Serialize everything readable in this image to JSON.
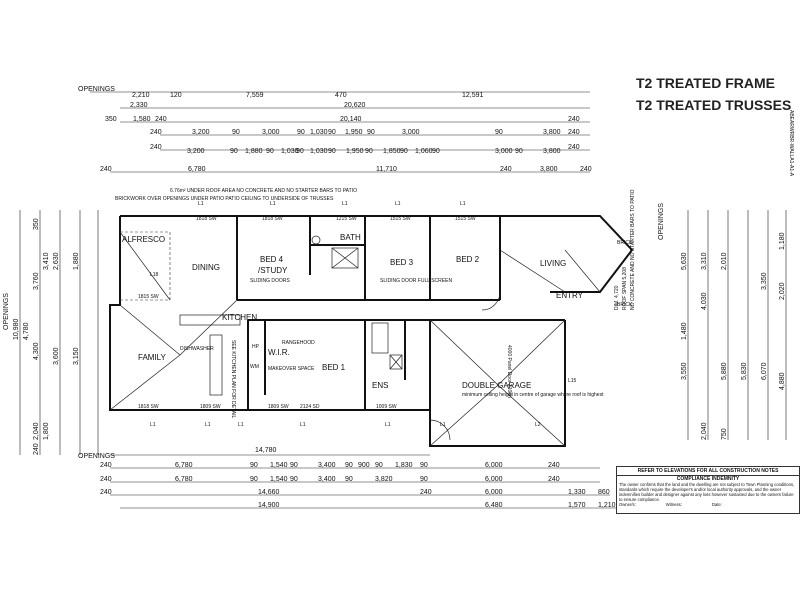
{
  "titles": {
    "line1": "T2 TREATED FRAME",
    "line2": "T2 TREATED TRUSSES"
  },
  "rooms": {
    "alfresco": "ALFRESCO",
    "dining": "DINING",
    "bed4": "BED 4",
    "study": "/STUDY",
    "bath": "BATH",
    "bed3": "BED 3",
    "bed2": "BED 2",
    "living": "LIVING",
    "entry": "ENTRY",
    "kitchen": "KITCHEN",
    "family": "FAMILY",
    "bed1": "BED 1",
    "wir": "W.I.R.",
    "ens": "ENS",
    "garage": "DOUBLE GARAGE"
  },
  "labels": {
    "openings": "OPENINGS",
    "dishwasher": "DISHWASHER",
    "see_kitchen_plan": "SEE KITCHEN PLAN FOR DETAIL",
    "rangehood": "RANGEHOOD",
    "hp": "HP",
    "wm": "WM",
    "makeover_space": "MAKEOVER SPACE",
    "sliding_doors": "SLIDING DOORS",
    "sliding_door_full_screen": "SLIDING DOOR FULL SCREEN",
    "under_roof": "6.76m² UNDER ROOF AREA NO CONCRETE AND NO STARTER BARS TO PATIO",
    "brickwork_over": "BRICKWORK OVER OPENINGS UNDER PATIO PATIO CEILING TO UNDERSIDE OF TRUSSES",
    "roof_span": "ROOF SPAN 5,208",
    "dim_4720": "DIM. 4,720",
    "no_concrete": "NO CONCRETE AND NO STARTER BARS TO PATIO",
    "brick": "BRICK",
    "garage_note": "4000 Panel Door 2100h",
    "garage_note2": "minimum ceiling height in centre of garage where roof is highest",
    "compliance": "COMPLIANCE INDEMNITY",
    "refer": "REFER TO ELEVATIONS FOR ALL CONSTRUCTION NOTES",
    "compliance_text": "The owner confirms that the land and the dwelling are not subject to Town Planning conditions, standards which require the developer's and/or local authority approvals, and the owner indemnifies builder and designer against any loss however sustained due to the owners failure to ensure compliance.",
    "owners": "Owner/s:",
    "witness": "Witness:",
    "date": "Date:",
    "side_code": "ABEARWRBR-WALLA1-A1-A"
  },
  "top_dims": {
    "row0": [
      "2,210",
      "120",
      "7,559",
      "470",
      "12,591"
    ],
    "row1": [
      "2,330",
      "20,620"
    ],
    "row2": [
      "350",
      "1,580",
      "240",
      "20,140",
      "240"
    ],
    "row3": [
      "240",
      "3,200",
      "90",
      "3,000",
      "90",
      "1,030",
      "90",
      "1,950",
      "90",
      "3,000",
      "90",
      "3,800",
      "240"
    ],
    "row4": [
      "240",
      "3,200",
      "90",
      "1,880",
      "90",
      "1,030",
      "90",
      "1,030",
      "90",
      "1,950",
      "90",
      "1,850",
      "90",
      "1,060",
      "90",
      "3,000",
      "90",
      "3,800",
      "240"
    ],
    "row5": [
      "240",
      "6,780",
      "11,710",
      "240",
      "3,800",
      "240"
    ]
  },
  "bottom_dims": {
    "row0": [
      "14,780"
    ],
    "row1": [
      "240",
      "6,780",
      "90",
      "1,540",
      "90",
      "3,400",
      "90",
      "900",
      "90",
      "1,830",
      "90",
      "6,000",
      "240"
    ],
    "row2": [
      "240",
      "6,780",
      "90",
      "1,540",
      "90",
      "3,400",
      "90",
      "3,820",
      "90",
      "6,000",
      "240"
    ],
    "row3": [
      "240",
      "14,660",
      "240",
      "6,000",
      "1,330",
      "860"
    ],
    "row4": [
      "14,900",
      "6,480",
      "1,570",
      "1,210"
    ]
  },
  "left_dims": [
    "3,760",
    "3,410",
    "2,630",
    "1,880",
    "4,780",
    "4,300",
    "3,600",
    "3,150",
    "10,980",
    "2,040",
    "1,800",
    "350",
    "240"
  ],
  "right_dims": [
    "5,630",
    "3,310",
    "2,010",
    "1,480",
    "4,030",
    "3,550",
    "5,880",
    "5,830",
    "6,070",
    "3,350",
    "4,880",
    "1,180",
    "2,020",
    "2,040",
    "750"
  ],
  "window_labels": [
    "1818 SW",
    "1818 SW",
    "1515 SW",
    "1515 SW",
    "1215 SW",
    "1815 SW",
    "1818 SW",
    "1809 SW",
    "2124 SD",
    "1009 SW",
    "1809 SW"
  ],
  "lintels": [
    "L1",
    "L1",
    "L1",
    "L1",
    "L1",
    "L1",
    "L1",
    "L1",
    "L1",
    "L1",
    "L1",
    "L2",
    "L15",
    "L18"
  ]
}
